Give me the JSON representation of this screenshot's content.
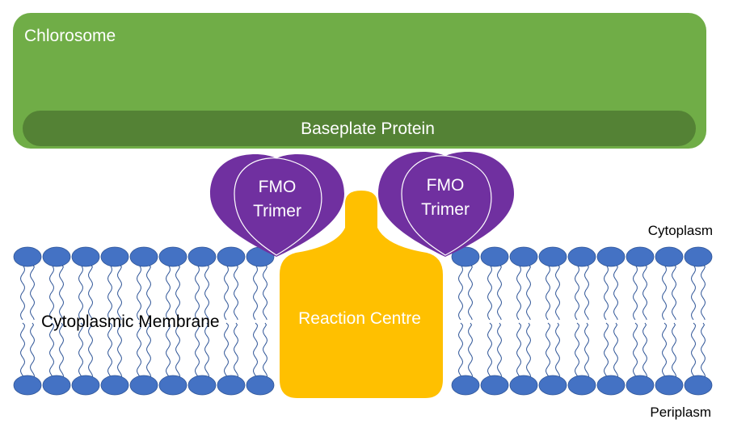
{
  "labels": {
    "chlorosome": "Chlorosome",
    "baseplate": "Baseplate Protein",
    "fmo_left_line1": "FMO",
    "fmo_left_line2": "Trimer",
    "fmo_right_line1": "FMO",
    "fmo_right_line2": "Trimer",
    "reaction_centre": "Reaction Centre",
    "cytoplasmic_membrane": "Cytoplasmic Membrane",
    "cytoplasm": "Cytoplasm",
    "periplasm": "Periplasm"
  },
  "colors": {
    "chlorosome": "#70ad47",
    "baseplate": "#548235",
    "fmo": "#7030a0",
    "reaction_centre": "#ffc000",
    "lipid_head": "#4472c4",
    "lipid_tail": "#2f5597"
  }
}
